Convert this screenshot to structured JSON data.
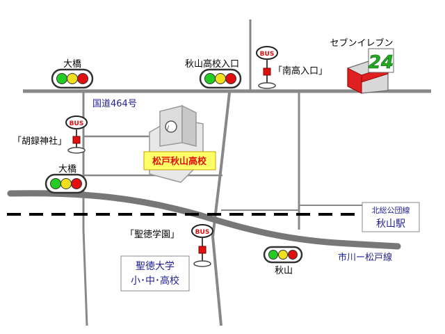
{
  "labels": {
    "ohashi_top": "大橋",
    "akiyama_koukou_iriguchi": "秋山高校入口",
    "minamitaka_iriguchi": "「南高入口」",
    "seven_eleven": "セブンイレブン",
    "seven_eleven_sign": "24",
    "kokudou": "国道464号",
    "koroku_jinja": "「胡録神社」",
    "ohashi_mid": "大橋",
    "school": "松戸秋山高校",
    "hokuso_line": "北総公団線",
    "akiyama_station": "秋山駅",
    "seitoku_gakuen": "「聖徳学園」",
    "seitoku_univ_line1": "聖徳大学",
    "seitoku_univ_line2": "小･中･高校",
    "akiyama": "秋山",
    "ichikawa_matsudo_line": "市川ー松戸線"
  },
  "bus_sign": "BUS",
  "colors": {
    "road": "#888888",
    "highway": "#777777",
    "signal_green": "#22cc22",
    "signal_yellow": "#f0e020",
    "signal_red": "#e01010",
    "school_fill": "#ffff66",
    "school_text": "#e01010",
    "text_blue": "#1f1f8f",
    "bus_red": "#e01010",
    "store_red": "#e02020",
    "store_green": "#22aa22"
  },
  "icons": {
    "signal": "traffic-signal-icon",
    "bus": "bus-stop-icon",
    "store": "convenience-store-icon",
    "building": "school-building-icon"
  }
}
